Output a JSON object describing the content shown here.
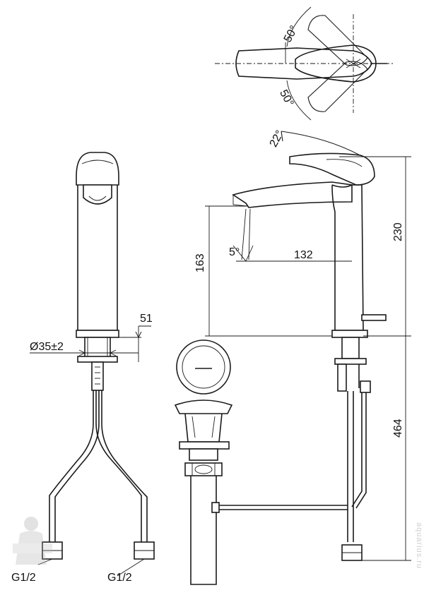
{
  "dimensions": {
    "swivel_top": "50°",
    "swivel_bottom": "50°",
    "lever_tilt": "22°",
    "spout_angle": "5°",
    "spout_height": "163",
    "spout_reach": "132",
    "total_height": "230",
    "hose_length": "464",
    "side_offset": "51",
    "hole_diameter": "Ø35±2",
    "thread_left": "G1/2",
    "thread_right": "G1/2"
  },
  "watermark": {
    "text": "aquarius.ru"
  }
}
